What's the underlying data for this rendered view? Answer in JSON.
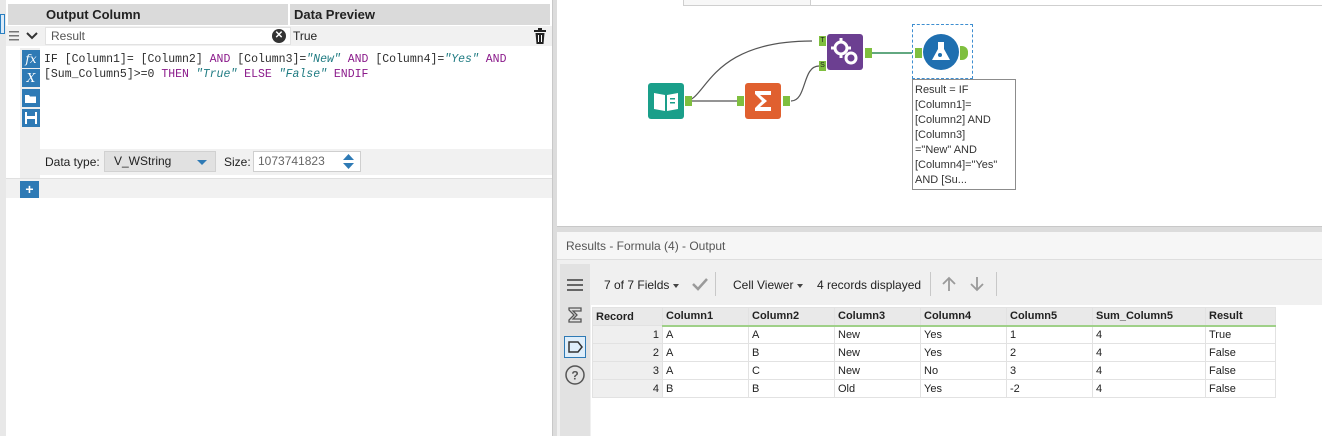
{
  "formula_config": {
    "headers": {
      "output_column": "Output Column",
      "data_preview": "Data Preview"
    },
    "row": {
      "output_column_value": "Result",
      "data_preview_value": "True"
    },
    "expression": {
      "line1_parts": [
        "IF [Column1]= [Column2] ",
        "AND",
        " [Column3]=",
        "\"New\"",
        " ",
        "AND",
        " [Column4]=",
        "\"Yes\"",
        " ",
        "AND"
      ],
      "line2_parts": [
        "[Sum_Column5]>=0 ",
        "THEN",
        " ",
        "\"True\"",
        " ",
        "ELSE",
        " ",
        "\"False\"",
        " ",
        "ENDIF"
      ]
    },
    "data_type_label": "Data type:",
    "data_type_value": "V_WString",
    "size_label": "Size:",
    "size_value": "1073741823",
    "tool_icons": [
      "function-icon",
      "clear-expression-icon",
      "open-icon",
      "save-icon"
    ]
  },
  "canvas": {
    "tools": [
      {
        "name": "input-data-tool",
        "color": "#1a9f8a"
      },
      {
        "name": "summarize-tool",
        "color": "#e0602f"
      },
      {
        "name": "append-fields-tool",
        "color": "#6c3f91"
      },
      {
        "name": "formula-tool",
        "color": "#1f6fb0"
      }
    ],
    "anchor_labels": {
      "target": "T",
      "source": "S"
    },
    "annotation_lines": [
      "Result = IF",
      "[Column1]=",
      "[Column2] AND",
      "[Column3]",
      "=\"New\" AND",
      "[Column4]=\"Yes\"",
      "AND [Su..."
    ]
  },
  "results": {
    "title": "Results - Formula (4) - Output",
    "fields_label": "7 of 7 Fields",
    "viewer_label": "Cell Viewer",
    "records_label": "4 records displayed",
    "columns": [
      "Record",
      "Column1",
      "Column2",
      "Column3",
      "Column4",
      "Column5",
      "Sum_Column5",
      "Result"
    ],
    "rows": [
      [
        "1",
        "A",
        "A",
        "New",
        "Yes",
        "1",
        "4",
        "True"
      ],
      [
        "2",
        "A",
        "B",
        "New",
        "Yes",
        "2",
        "4",
        "False"
      ],
      [
        "3",
        "A",
        "C",
        "New",
        "No",
        "3",
        "4",
        "False"
      ],
      [
        "4",
        "B",
        "B",
        "Old",
        "Yes",
        "-2",
        "4",
        "False"
      ]
    ]
  },
  "colors": {
    "accent_blue": "#2e7ab5",
    "anchor_green": "#7fbf3f",
    "keyword_purple": "#8b1b8b",
    "string_teal": "#1f7b82"
  }
}
